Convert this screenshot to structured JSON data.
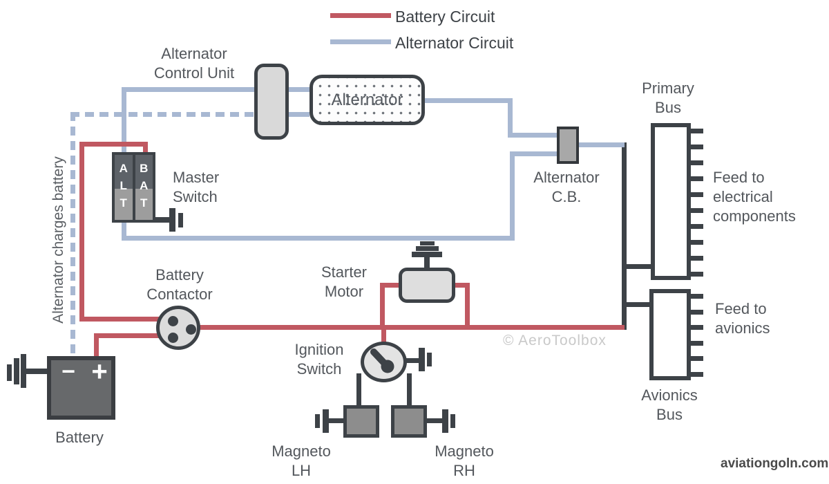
{
  "legend": {
    "battery_label": "Battery Circuit",
    "battery_color": "#c05861",
    "alternator_label": "Alternator Circuit",
    "alternator_color": "#a8b8d2"
  },
  "components": {
    "acu": {
      "label_line1": "Alternator",
      "label_line2": "Control Unit"
    },
    "alternator": {
      "label": "Alternator"
    },
    "master_switch": {
      "label_line1": "Master",
      "label_line2": "Switch",
      "alt": [
        "A",
        "L",
        "T"
      ],
      "bat": [
        "B",
        "A",
        "T"
      ]
    },
    "alternator_cb": {
      "label_line1": "Alternator",
      "label_line2": "C.B."
    },
    "primary_bus": {
      "label_line1": "Primary",
      "label_line2": "Bus",
      "tick_count": 10,
      "feed_line1": "Feed to",
      "feed_line2": "electrical",
      "feed_line3": "components"
    },
    "avionics_bus": {
      "label_line1": "Avionics",
      "label_line2": "Bus",
      "tick_count": 6,
      "feed_line1": "Feed to",
      "feed_line2": "avionics"
    },
    "battery_contactor": {
      "label_line1": "Battery",
      "label_line2": "Contactor"
    },
    "starter_motor": {
      "label_line1": "Starter",
      "label_line2": "Motor"
    },
    "ignition_switch": {
      "label_line1": "Ignition",
      "label_line2": "Switch"
    },
    "magneto_lh": {
      "label_line1": "Magneto",
      "label_line2": "LH"
    },
    "magneto_rh": {
      "label_line1": "Magneto",
      "label_line2": "RH"
    },
    "battery": {
      "label": "Battery",
      "minus": "−",
      "plus": "+"
    }
  },
  "annotations": {
    "charges_note": "Alternator charges battery",
    "watermark": "© AeroToolbox",
    "site": "aviationgoln.com"
  }
}
